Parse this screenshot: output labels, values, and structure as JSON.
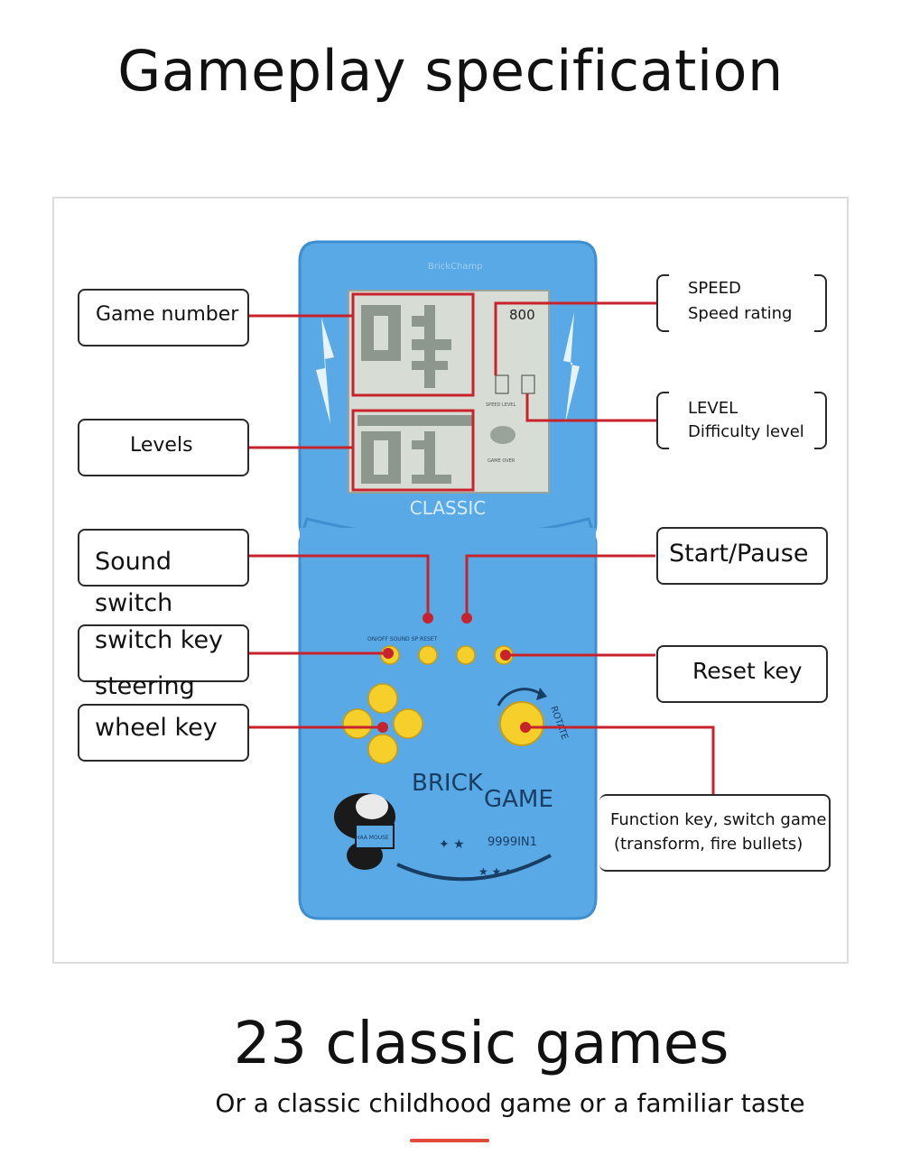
{
  "title": "Gameplay specification",
  "device": {
    "brand_mark": "BrickChamp",
    "screen": {
      "score": "800",
      "speed_level_label": "SPEED LEVEL",
      "game_over_label": "GAME OVER"
    },
    "mode_label": "CLASSIC",
    "buttons_label": "ON/OFF SOUND SP RESET",
    "rotate_label": "ROTATE",
    "logo_brick": "BRICK",
    "logo_game": "GAME",
    "logo_count": "9999IN1",
    "mascot_text": "HAA MOUSE",
    "colors": {
      "body": "#58a9e6",
      "body_edge": "#3f8fd0",
      "button": "#f6cf2a",
      "callout": "#c8232c",
      "screen": "#d7dcd5"
    }
  },
  "callouts": {
    "game_number": "Game number",
    "levels": "Levels",
    "sound_switch": "Sound switch",
    "switch_key": "switch key",
    "steering_wheel_key": "steering wheel key",
    "speed": {
      "title": "SPEED",
      "desc": "Speed rating"
    },
    "level": {
      "title": "LEVEL",
      "desc": "Difficulty level"
    },
    "start_pause": "Start/Pause",
    "reset_key": "Reset key",
    "function_key": {
      "line1": "Function key, switch game",
      "line2": "(transform, fire bullets)"
    }
  },
  "subheading": "23 classic games",
  "tagline": "Or a classic childhood game or a familiar taste"
}
